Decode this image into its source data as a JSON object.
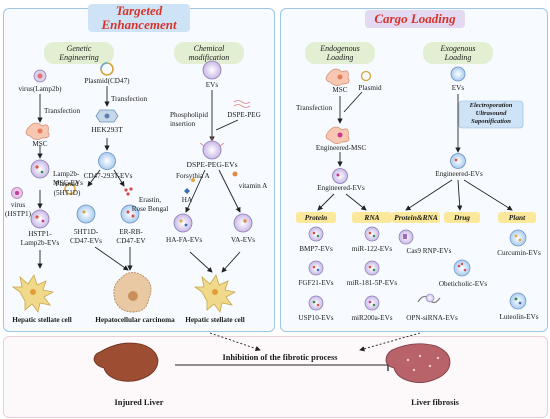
{
  "titles": {
    "targeted": "Targeted\nEnhancement",
    "cargo": "Cargo Loading"
  },
  "targeted": {
    "genetic_pill": "Genetic\nEngineering",
    "chemical_pill": "Chemical\nmodification",
    "virus_lamp2b": "virus(Lamp2b)",
    "transfection1": "Transfection",
    "msc": "MSC",
    "lamp2b_msc_evs": "Lamp2b-\nMSC-EVs",
    "virus_hstp1": "virus\n(HSTP1)",
    "hstp1_lamp2b_evs": "HSTP1-\nLamp2b-EVs",
    "plasmid_cd47": "Plasmid(CD47)",
    "transfection2": "Transfection",
    "hek293t": "HEK293T",
    "cd47_293t_evs": "CD47-293T-EVs",
    "plasmid_5ht1d": "Plasmid\n(5HT1D)",
    "erastin": "Erastin,\nRose Bengal",
    "ht1d_cd47_evs": "5HT1D-\nCD47-EVs",
    "er_rb_cd47": "ER-RB-\nCD47-EV",
    "evs": "EVs",
    "phospholipid": "Phospholipid\ninsertion",
    "dspe_peg": "DSPE-PEG",
    "dspe_peg_evs": "DSPE-PEG-EVs",
    "forsythia": "Forsythia A",
    "ha": "HA",
    "vitamin_a": "vitamin A",
    "ha_fa_evs": "HA-FA-EVs",
    "va_evs": "VA-EVs",
    "hepatic1": "Hepatic stellate cell",
    "hepatocellular": "Hepatocellular carcinoma",
    "hepatic2": "Hepatic stellate cell"
  },
  "cargo": {
    "endogenous_pill": "Endogenous\nLoading",
    "exogenous_pill": "Exogenous\nLoading",
    "msc": "MSC",
    "plasmid": "Plasmid",
    "transfection": "Transfection",
    "engineered_msc": "Engineered-MSC",
    "engineered_evs_left": "Engineered-EVs",
    "evs": "EVs",
    "methods": "Electroporation\nUltrasound\nSaponification",
    "engineered_evs_right": "Engineered-EVs",
    "categories": [
      "Protein",
      "RNA",
      "Protein&RNA",
      "Drug",
      "Plant"
    ],
    "protein_items": [
      "BMP7-EVs",
      "FGF21-EVs",
      "USP10-EVs"
    ],
    "rna_items": [
      "miR-122-EVs",
      "miR-181-5P-EVs",
      "miR200a-EVs"
    ],
    "protein_rna_items": [
      "Cas9 RNP-EVs",
      "OPN-siRNA-EVs"
    ],
    "drug_items": [
      "Obeticholic-EVs"
    ],
    "plant_items": [
      "Curcumin-EVs",
      "Luteolin-EVs"
    ]
  },
  "bottom": {
    "inhibition": "Inhibition of the fibrotic process",
    "injured_liver": "Injured Liver",
    "liver_fibrosis": "Liver fibrosis"
  },
  "colors": {
    "panel_border": "#9ec7e6",
    "pill_green": "#e3efd2",
    "category_yellow": "#fbe89a",
    "title_blue_bg": "#cfe3f6",
    "title_purple_bg": "#e3d9f2",
    "title_red": "#d8322a",
    "arrow": "#222222",
    "liver_brown": "#9c4d32",
    "fibrosis_pink": "#b8626a",
    "stellate_yellow": "#f0d98a",
    "carcinoma_tan": "#e9c9a3"
  }
}
